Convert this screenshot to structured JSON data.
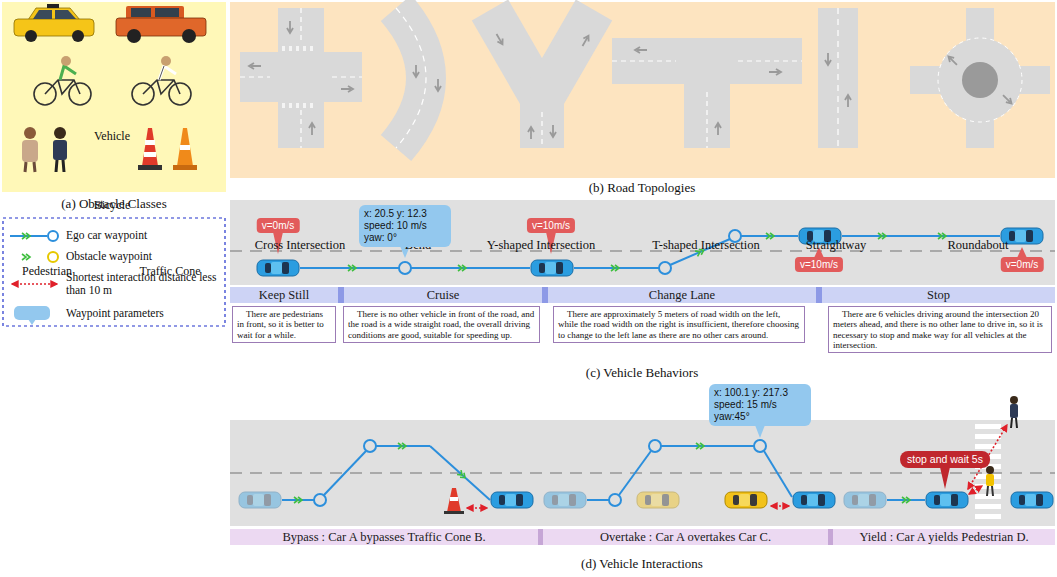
{
  "diagram": {
    "nodes": [
      {
        "text": [
          "Vehicle",
          "Bicycle",
          "Pedestrian",
          "Traffic Cone"
        ]
      },
      {
        "text": [
          "Cross Intersection",
          "Bend",
          "Y-shaped Intersection",
          "T-shaped Intersection",
          "Straightway",
          "Roundabout"
        ]
      },
      {
        "text": [
          "v=0m/s"
        ]
      },
      {
        "text": [
          "x: 20.5 y: 12.3 speed: 10 m/s yaw: 0°"
        ]
      },
      {
        "text": [
          "v=10m/s"
        ]
      },
      {
        "text": [
          "v=10m/s"
        ]
      },
      {
        "text": [
          "v=0m/s"
        ]
      },
      {
        "text": [
          "Keep Still"
        ]
      },
      {
        "text": [
          "Cruise"
        ]
      },
      {
        "text": [
          "Change Lane"
        ]
      },
      {
        "text": [
          "Stop"
        ]
      },
      {
        "text": [
          "There are pedestrians in front, so it is better to wait for a while."
        ]
      },
      {
        "text": [
          "There is no other vehicle in front of the road, and the road is a wide straight road, the overall driving conditions are good, suitable for speeding up."
        ]
      },
      {
        "text": [
          "There are approximately 5 meters of road width on the left, while the road width on the right is insufficient, therefore choosing to change to the left lane as there are no other cars around."
        ]
      },
      {
        "text": [
          "There are 6 vehicles driving around the intersection 20 meters ahead, and there is no other lane to drive in, so it is necessary to stop and make way for all vehicles at the intersection."
        ]
      },
      {
        "text": [
          "x: 100.1 y: 217.3 speed: 15 m/s yaw:45°"
        ]
      },
      {
        "text": [
          "stop and wait 5s"
        ]
      },
      {
        "text": [
          "Bypass : Car A bypasses Traffic Cone B."
        ]
      },
      {
        "text": [
          "Overtake : Car A overtakes Car C."
        ]
      },
      {
        "text": [
          "Yield : Car A yields Pedestrian D."
        ]
      }
    ],
    "labels": [
      "(a) Obstacle Classes",
      "(b) Road Topologies",
      "(c) Vehicle Behaviors",
      "(d) Vehicle Interactions"
    ],
    "legend": [
      {
        "text": "Ego car waypoint"
      },
      {
        "text": "Obstacle waypoint"
      },
      {
        "text": "Shortest interaction distance less than 10 m"
      },
      {
        "text": "Waypoint parameters"
      }
    ]
  }
}
